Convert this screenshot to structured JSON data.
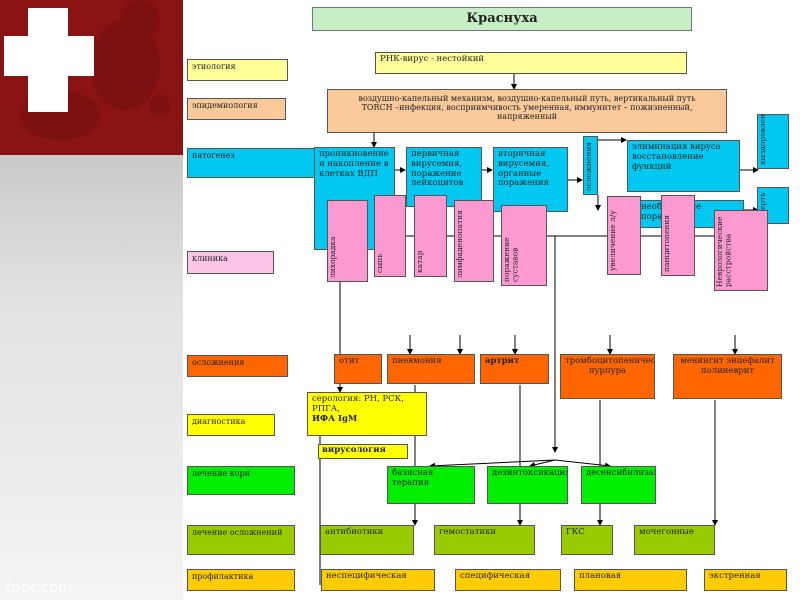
{
  "title": "Краснуха",
  "watermark": "fppt.com",
  "rows": {
    "etiology": "этиология",
    "epidemiology": "эпидемиология",
    "pathogenesis": "патогенез",
    "clinic": "клиника",
    "complications": "осложнения",
    "diagnostics": "диагностика",
    "treatment_measles": "лечение кори",
    "treatment_complications": "лечение осложнений",
    "prevention": "профилактика"
  },
  "etiology_box": "РНК-вирус - нестойкий",
  "epidemiology_box": {
    "line1": "воздушно-капельный механизм, воздушно-капельный путь,  вертикальный путь",
    "line2": "TORCH –инфекция, восприимчивость умеренная, иммунитет – пожизненный, напряженный"
  },
  "pathogenesis": {
    "penetration": "проникновение и накопление в клетках ВДП",
    "primary": "первичная вирусемия, поражение лейкоцитов",
    "secondary": "вторичная вирусемия, органные поражения",
    "complications": "осложнения",
    "elimination": "элиминация вируса восстановление функций",
    "irreversible": "необратимые поражения",
    "recovery": "выздоровление",
    "death": "смерть"
  },
  "clinic": {
    "fever": "лихорадка",
    "rash": "сыпь",
    "catarrh": "катар",
    "lymph": "лимфаденопатия",
    "joints": "поражение суставов",
    "lymphnodes": "увеличение л/у",
    "pancytopenia": "панцитопения",
    "neuro": "Неврологические расстройства"
  },
  "complications": {
    "otitis": "отит",
    "pneumonia": "пневмония",
    "arthritis": "артрит",
    "thrombocytopenic": "тромбоцитопеническая пурпура",
    "meningitis": "менингит энцефалит полиневрит"
  },
  "diagnostics": {
    "serology": "серология: РН, РСК, РПГА,",
    "ifa": "ИФА IgM",
    "virology": "вирусология"
  },
  "treatment_measles": {
    "basic": "базисная терапия",
    "detox": "дезинтоксикация",
    "desens": "десенсибилизация"
  },
  "treatment_complications": {
    "antibiotics": "антибиотики",
    "hemostatics": "гемостатики",
    "gks": "ГКС",
    "diuretics": "мочегонные"
  },
  "prevention": {
    "nonspecific": "неспецифическая",
    "specific": "специфическая",
    "planned": "плановая",
    "emergency": "экстренная"
  },
  "colors": {
    "cyan": "#00c8f0",
    "pink": "#fb99d0",
    "orange": "#ff6600",
    "green": "#00ee00",
    "olive": "#99cc00",
    "gold": "#ffcc00",
    "yellow": "#ffff99",
    "peach": "#f9c99a"
  }
}
